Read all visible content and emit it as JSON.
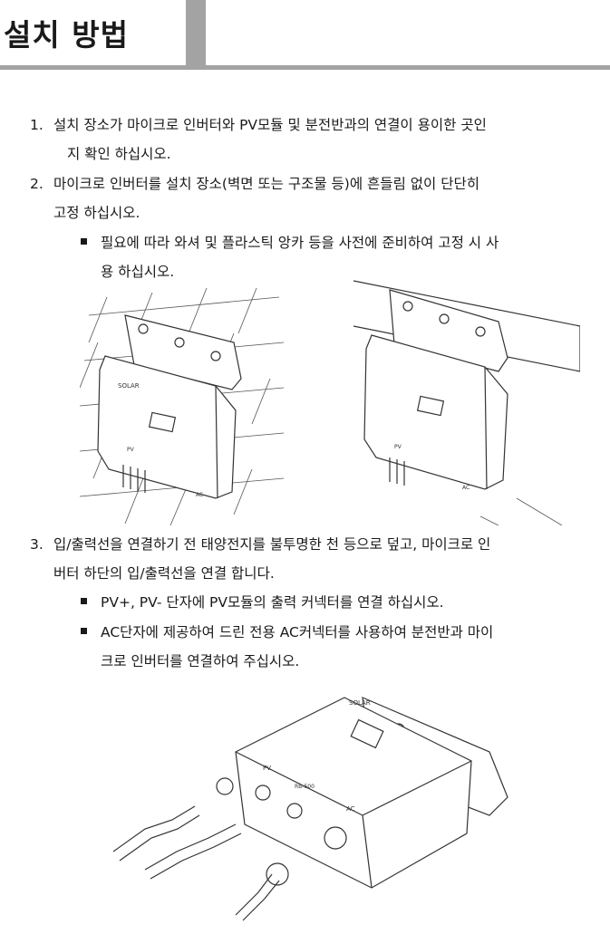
{
  "header": {
    "title": "설치 방법"
  },
  "steps": [
    {
      "num": "1.",
      "lines": [
        "설치 장소가 마이크로 인버터와 PV모듈 및 분전반과의 연결이 용이한 곳인",
        "지 확인 하십시오."
      ]
    },
    {
      "num": "2.",
      "lines": [
        "마이크로 인버터를 설치 장소(벽면 또는 구조물 등)에 흔들림 없이 단단히",
        "고정 하십시오."
      ]
    },
    {
      "num": "3.",
      "lines": [
        "입/출력선을 연결하기 전 태양전지를 불투명한 천 등으로 덮고, 마이크로 인",
        "버터 하단의 입/출력선을 연결 합니다."
      ]
    }
  ],
  "bullets": [
    {
      "lines": [
        "필요에 따라 와셔 및 플라스틱 앙카 등을 사전에 준비하여 고정 시 사",
        "용 하십시오."
      ]
    },
    {
      "lines": [
        "PV+, PV- 단자에 PV모듈의 출력 커넥터를 연결 하십시오."
      ]
    },
    {
      "lines": [
        "AC단자에 제공하여 드린 전용 AC커넥터를 사용하여 분전반과 마이",
        "크로 인버터를 연결하여 주십시오."
      ]
    }
  ],
  "device_labels": {
    "pv": "PV",
    "ac": "AC",
    "brand": "SOLAR",
    "model": "RB-500"
  }
}
